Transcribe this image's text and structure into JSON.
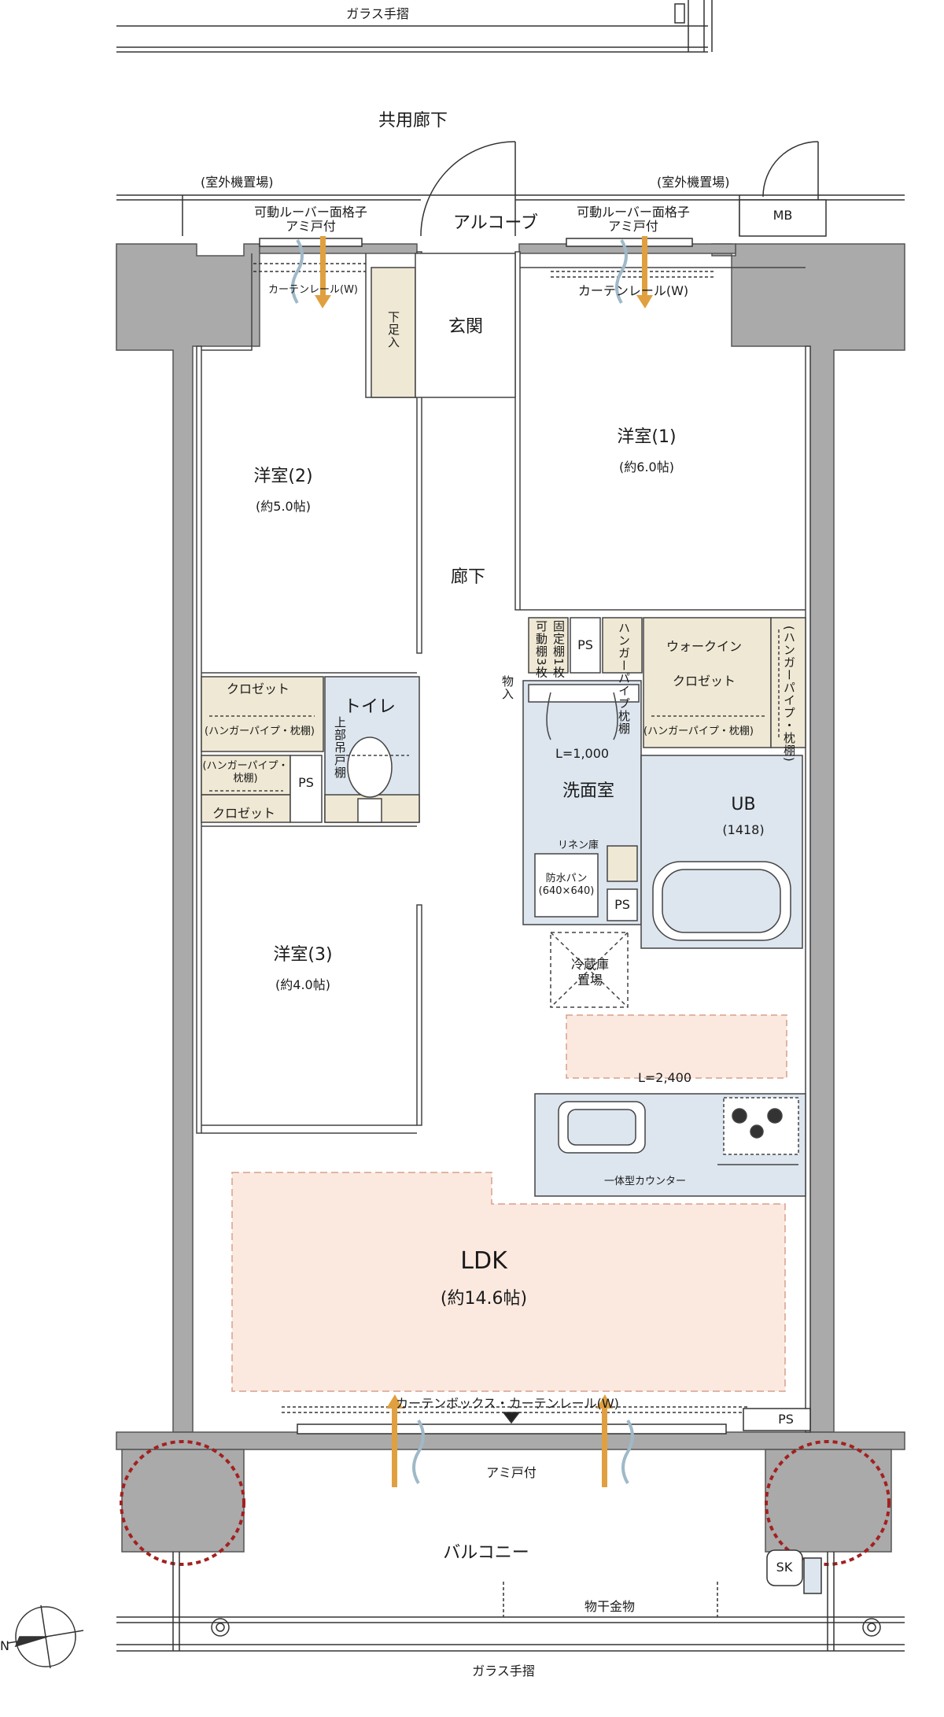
{
  "labels": {
    "glass_top": "ガラス手摺",
    "corridor": "共用廊下",
    "outdoor_unit_left": "(室外機置場)",
    "outdoor_unit_right": "(室外機置場)",
    "louver_left": "可動ルーバー面格子",
    "screen_left": "アミ戸付",
    "louver_right": "可動ルーバー面格子",
    "screen_right": "アミ戸付",
    "alcove": "アルコーブ",
    "mb": "MB",
    "curtain_left": "カーテンレール(W)",
    "curtain_right": "カーテンレール(W)",
    "shoe_storage": "下足入",
    "entrance": "玄関",
    "room1": "洋室(1)",
    "room1_size": "(約6.0帖)",
    "room2": "洋室(2)",
    "room2_size": "(約5.0帖)",
    "hallway": "廊下",
    "fixed_shelf": "固定棚1枚",
    "movable_shelf": "可動棚3枚",
    "storage": "物入",
    "ps": "PS",
    "hanger_pipe_v": "ハンガーパイプ枕棚",
    "walkin_1": "ウォークイン",
    "walkin_2": "クロゼット",
    "closet": "クロゼット",
    "hanger_pipe_shelf": "(ハンガーパイプ・枕棚)",
    "hanger_pipe_v2": "(ハンガーパイプ・枕棚)",
    "toilet": "トイレ",
    "upper_shelf": "上部吊戸棚",
    "hanger_two_1": "(ハンガーパイプ・",
    "hanger_two_2": "枕棚)",
    "closet2": "クロゼット",
    "washroom": "洗面室",
    "vanity_len": "L=1,000",
    "ub": "UB",
    "ub_size": "(1418)",
    "linen": "リネン庫",
    "waterproof_pan": "防水パン",
    "pan_size": "(640×640)",
    "room3": "洋室(3)",
    "room3_size": "(約4.0帖)",
    "fridge_1": "冷蔵庫",
    "fridge_2": "置場",
    "kitchen_len": "L=2,400",
    "counter": "一体型カウンター",
    "ldk": "LDK",
    "ldk_size": "(約14.6帖)",
    "curtain_box": "カーテンボックス・カーテンレール(W)",
    "screen_door": "アミ戸付",
    "balcony": "バルコニー",
    "sk": "SK",
    "clothes_hanger": "物干金物",
    "glass_bottom": "ガラス手摺",
    "north": "N"
  },
  "colors": {
    "wall": "#aaaaaa",
    "wall_stroke": "#555555",
    "wet_area": "#dde6ef",
    "storage": "#efe8d4",
    "ldk_fill": "#fbe9e0",
    "ldk_stroke": "#d8a08c",
    "arrow": "#e0a040",
    "wind": "#9fb9c8",
    "pillar_dot": "#a32020"
  }
}
